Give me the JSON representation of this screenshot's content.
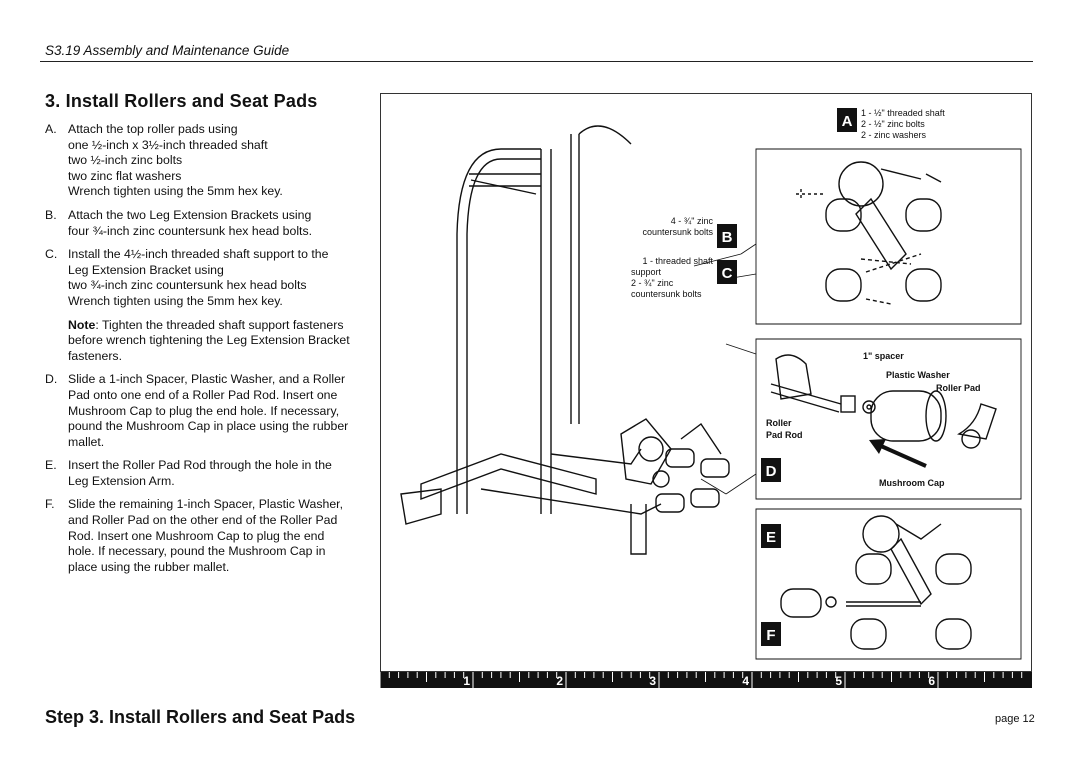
{
  "header": {
    "guide_title": "S3.19 Assembly and Maintenance Guide"
  },
  "section": {
    "title": "3. Install Rollers and Seat Pads"
  },
  "steps": [
    {
      "letter": "A.",
      "lines": [
        "Attach the top roller pads using",
        "one ½-inch x 3½-inch threaded shaft",
        "two ½-inch zinc bolts",
        "two zinc flat washers",
        "Wrench tighten using the 5mm hex key."
      ]
    },
    {
      "letter": "B.",
      "lines": [
        "Attach the two Leg Extension Brackets using",
        "four ¾-inch zinc countersunk hex head bolts."
      ]
    },
    {
      "letter": "C.",
      "lines": [
        "Install the 4½-inch threaded shaft support to the",
        "Leg Extension Bracket using",
        "two ¾-inch zinc countersunk hex head bolts",
        "Wrench tighten using the 5mm hex key."
      ]
    },
    {
      "letter": "D.",
      "lines": [
        "Slide a 1-inch Spacer, Plastic Washer, and a Roller",
        "Pad onto one end of a Roller Pad Rod. Insert one",
        "Mushroom Cap to plug the end hole. If necessary,",
        "pound the Mushroom Cap in place using the rubber",
        "mallet."
      ]
    },
    {
      "letter": "E.",
      "lines": [
        "Insert the Roller Pad Rod through the hole in the",
        "Leg Extension Arm."
      ]
    },
    {
      "letter": "F.",
      "lines": [
        "Slide the remaining 1-inch Spacer, Plastic Washer,",
        "and Roller Pad on the other end of the Roller Pad",
        "Rod. Insert one Mushroom Cap to plug the end",
        "hole. If necessary, pound the Mushroom Cap in",
        "place using the rubber mallet."
      ]
    }
  ],
  "note": {
    "label": "Note",
    "lines": [
      ": Tighten the threaded shaft support fasteners",
      "before wrench tightening the Leg Extension Bracket",
      "fasteners."
    ]
  },
  "figure": {
    "badges": [
      "A",
      "B",
      "C",
      "D",
      "E",
      "F"
    ],
    "callouts": {
      "a": [
        "1 - ½\" threaded shaft",
        "2 - ½\" zinc bolts",
        "2 - zinc washers"
      ],
      "b": [
        "4 - ¾\" zinc",
        "countersunk bolts"
      ],
      "c": [
        "1 - threaded shaft",
        "support",
        "2 - ¾\" zinc",
        "countersunk bolts"
      ],
      "d_spacer": "1\" spacer",
      "d_washer": "Plastic Washer",
      "d_roller_pad": "Roller Pad",
      "d_roller_rod": [
        "Roller",
        "Pad Rod"
      ],
      "d_mushroom": "Mushroom Cap"
    }
  },
  "ruler_marks": [
    "1",
    "2",
    "3",
    "4",
    "5",
    "6"
  ],
  "footer": {
    "title": "Step 3. Install Rollers and Seat Pads",
    "page": "page 12"
  }
}
